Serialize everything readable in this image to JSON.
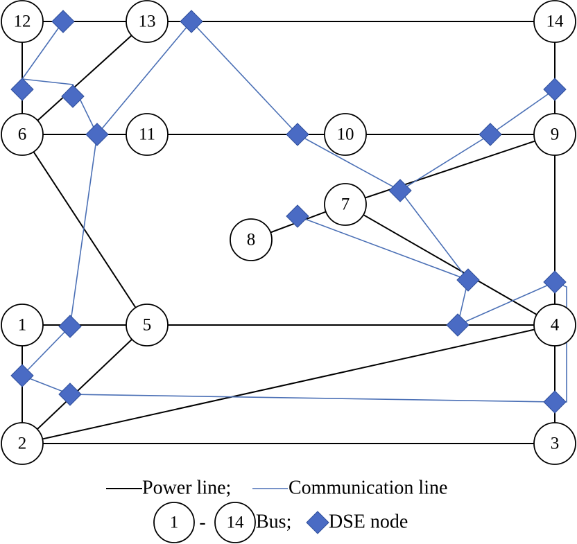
{
  "buses": [
    "12",
    "13",
    "14",
    "6",
    "11",
    "10",
    "9",
    "7",
    "8",
    "1",
    "5",
    "4",
    "2",
    "3"
  ],
  "legend": {
    "power_line": "Power line;",
    "communication_line": "Communication line",
    "bus_from": "1",
    "dash": "-",
    "bus_to": "14",
    "bus_text": "Bus;",
    "dse_text": "DSE node"
  },
  "power_lines": [
    [
      "12",
      "13"
    ],
    [
      "13",
      "14"
    ],
    [
      "12",
      "6"
    ],
    [
      "13",
      "6"
    ],
    [
      "14",
      "9"
    ],
    [
      "6",
      "11"
    ],
    [
      "11",
      "10"
    ],
    [
      "10",
      "9"
    ],
    [
      "6",
      "5"
    ],
    [
      "7",
      "9"
    ],
    [
      "7",
      "8"
    ],
    [
      "7",
      "4"
    ],
    [
      "9",
      "4"
    ],
    [
      "1",
      "5"
    ],
    [
      "5",
      "4"
    ],
    [
      "1",
      "2"
    ],
    [
      "2",
      "5"
    ],
    [
      "2",
      "4"
    ],
    [
      "2",
      "3"
    ],
    [
      "4",
      "3"
    ]
  ],
  "colors": {
    "power_line": "#000000",
    "communication_line": "#4a6fb5",
    "dse_node": "#4a6bc4"
  }
}
